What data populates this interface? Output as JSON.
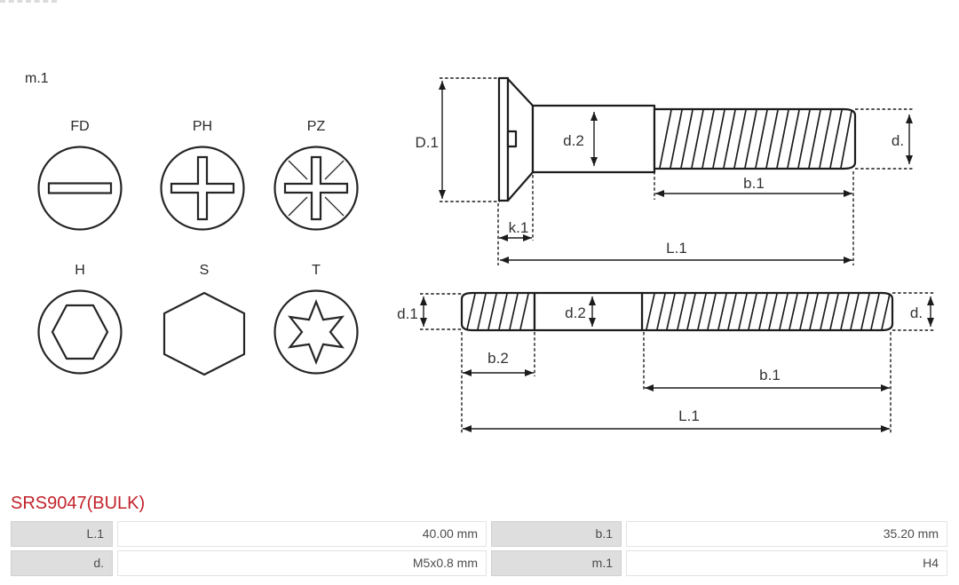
{
  "measure_label": "m.1",
  "part_number": "SRS9047(BULK)",
  "head_types": {
    "row1": [
      {
        "code": "FD",
        "icon": "slotted-drive-icon"
      },
      {
        "code": "PH",
        "icon": "phillips-drive-icon"
      },
      {
        "code": "PZ",
        "icon": "pozidriv-drive-icon"
      }
    ],
    "row2": [
      {
        "code": "H",
        "icon": "hex-socket-drive-icon"
      },
      {
        "code": "S",
        "icon": "external-hex-icon"
      },
      {
        "code": "T",
        "icon": "torx-drive-icon"
      }
    ]
  },
  "top_screw": {
    "labels": {
      "D1": "D.1",
      "d2": "d.2",
      "d": "d.",
      "k1": "k.1",
      "b1": "b.1",
      "L1": "L.1"
    }
  },
  "bottom_stud": {
    "labels": {
      "d1": "d.1",
      "d2": "d.2",
      "d": "d.",
      "b2": "b.2",
      "b1": "b.1",
      "L1": "L.1"
    }
  },
  "spec_table": {
    "rows": [
      {
        "cells": [
          {
            "label": "L.1",
            "value": "40.00 mm"
          },
          {
            "label": "b.1",
            "value": "35.20 mm"
          }
        ]
      },
      {
        "cells": [
          {
            "label": "d.",
            "value": "M5x0.8 mm"
          },
          {
            "label": "m.1",
            "value": "H4"
          }
        ]
      }
    ]
  },
  "colors": {
    "accent_red": "#c2232b",
    "drawing_line": "#1c1c1c",
    "table_label_bg": "#dedede"
  }
}
